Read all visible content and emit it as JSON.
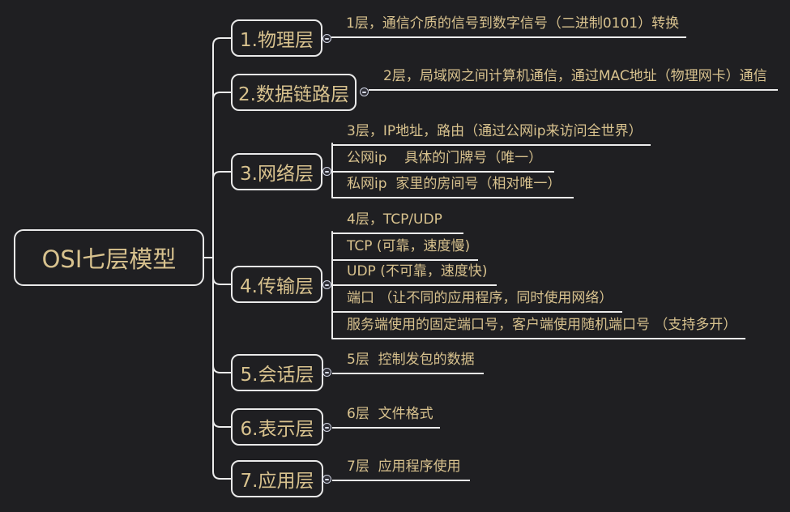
{
  "ui": {
    "background_color": "#1f1f22",
    "text_color": "#d8c28e",
    "line_color": "#ececec",
    "node_border_color": "#e9e9e9",
    "collapse_handle_color": "#cfd3e2",
    "collapse_symbol": "minus"
  },
  "root": {
    "label": "OSI七层模型"
  },
  "branches": [
    {
      "label": "1.物理层",
      "children": [
        "1层，通信介质的信号到数字信号（二进制0101）转换"
      ]
    },
    {
      "label": "2.数据链路层",
      "children": [
        "2层，局域网之间计算机通信，通过MAC地址（物理网卡）通信"
      ]
    },
    {
      "label": "3.网络层",
      "children": [
        "3层，IP地址，路由（通过公网ip来访问全世界）",
        "公网ip    具体的门牌号（唯一）",
        "私网ip  家里的房间号（相对唯一）"
      ]
    },
    {
      "label": "4.传输层",
      "children": [
        "4层，TCP/UDP",
        "TCP (可靠，速度慢)",
        "UDP (不可靠，速度快)",
        "端口 （让不同的应用程序，同时使用网络）",
        "服务端使用的固定端口号，客户端使用随机端口号 （支持多开）"
      ]
    },
    {
      "label": "5.会话层",
      "children": [
        "5层  控制发包的数据"
      ]
    },
    {
      "label": "6.表示层",
      "children": [
        "6层  文件格式"
      ]
    },
    {
      "label": "7.应用层",
      "children": [
        "7层  应用程序使用"
      ]
    }
  ]
}
